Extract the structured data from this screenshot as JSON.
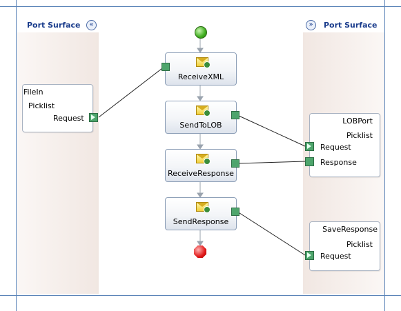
{
  "left_surface": {
    "title": "Port Surface",
    "collapse_glyph": "«"
  },
  "right_surface": {
    "title": "Port Surface",
    "collapse_glyph": "»"
  },
  "left_ports": [
    {
      "name": "FileIn",
      "type": "Picklist",
      "operation": "Request"
    }
  ],
  "right_ports": [
    {
      "name": "LOBPort",
      "type": "Picklist",
      "operations": [
        "Request",
        "Response"
      ]
    },
    {
      "name": "SaveResponse",
      "type": "Picklist",
      "operations": [
        "Request"
      ]
    }
  ],
  "shapes": [
    {
      "label": "ReceiveXML",
      "icon": "receive-message-icon"
    },
    {
      "label": "SendToLOB",
      "icon": "send-message-icon"
    },
    {
      "label": "ReceiveResponse",
      "icon": "receive-message-icon"
    },
    {
      "label": "SendResponse",
      "icon": "send-message-icon"
    }
  ],
  "icons": {
    "start": "start-shape-icon",
    "end": "end-shape-icon"
  },
  "colors": {
    "border_line": "#5b84b8",
    "surface_title": "#1a3c8c",
    "connector": "#4ea56c"
  }
}
